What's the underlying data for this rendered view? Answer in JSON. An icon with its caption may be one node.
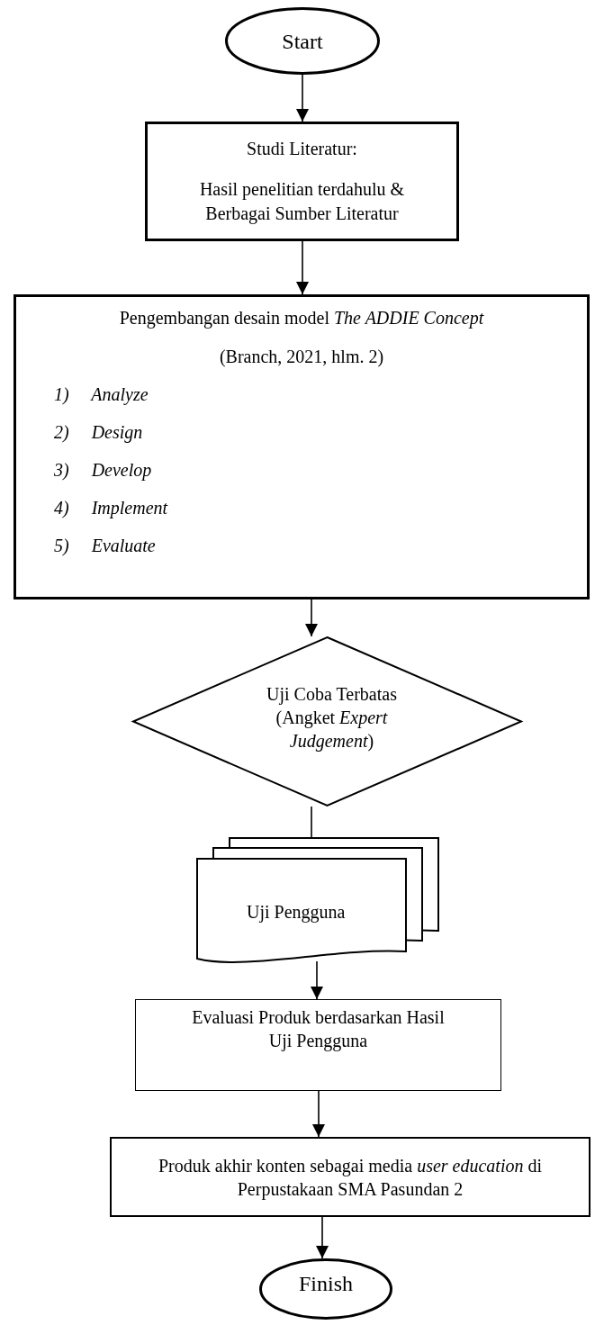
{
  "diagram": {
    "nodes": [
      {
        "text": [
          "Start"
        ]
      },
      {
        "text": [
          "Studi Literatur:",
          "Hasil penelitian terdahulu & Berbagai Sumber Literatur"
        ]
      },
      {
        "text": [
          "Pengembangan desain model *The ADDIE Concept*",
          "(Branch, 2021, hlm. 2)",
          "1) Analyze",
          "2) Design",
          "3) Develop",
          "4) Implement",
          "5) Evaluate"
        ]
      },
      {
        "text": [
          "Uji Coba Terbatas (Angket *Expert Judgement*)"
        ]
      },
      {
        "text": [
          "Uji Pengguna"
        ]
      },
      {
        "text": [
          "Evaluasi Produk berdasarkan Hasil Uji Pengguna"
        ]
      },
      {
        "text": [
          "Produk akhir konten sebagai media *user education* di Perpustakaan SMA Pasundan 2"
        ]
      },
      {
        "text": [
          "Finish"
        ]
      }
    ],
    "edges": [
      {
        "from": 0,
        "to": 1,
        "arrow": "to"
      },
      {
        "from": 1,
        "to": 2,
        "arrow": "to"
      },
      {
        "from": 2,
        "to": 3,
        "arrow": "to"
      },
      {
        "from": 3,
        "to": 4,
        "arrow": "none"
      },
      {
        "from": 4,
        "to": 5,
        "arrow": "to"
      },
      {
        "from": 5,
        "to": 6,
        "arrow": "to"
      },
      {
        "from": 6,
        "to": 7,
        "arrow": "to"
      }
    ]
  }
}
